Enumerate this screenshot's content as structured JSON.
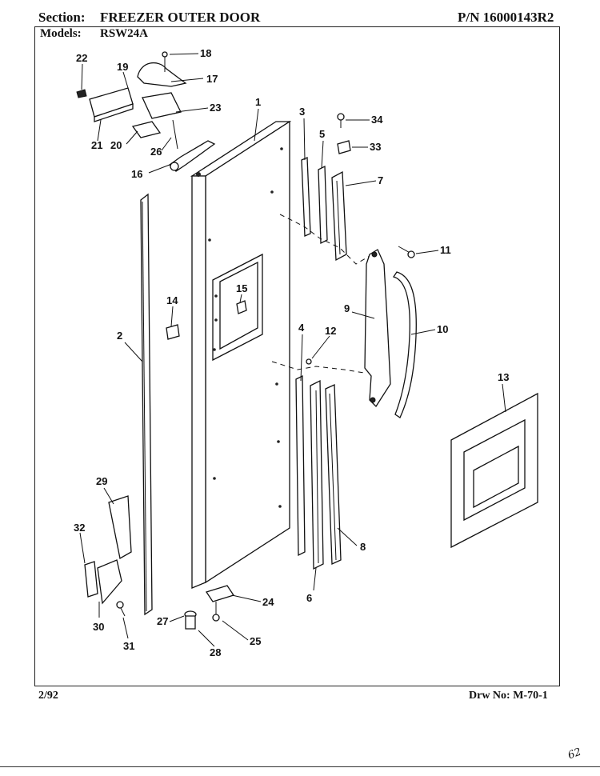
{
  "header": {
    "section_label": "Section:",
    "section_value": "FREEZER OUTER DOOR",
    "pn": "P/N 16000143R2",
    "models_label": "Models:",
    "models_value": "RSW24A"
  },
  "footer": {
    "date": "2/92",
    "drawing_number": "Drw No: M-70-1"
  },
  "margin_note": "62",
  "callouts": {
    "c1": "1",
    "c2": "2",
    "c3": "3",
    "c4": "4",
    "c5": "5",
    "c6": "6",
    "c7": "7",
    "c8": "8",
    "c9": "9",
    "c10": "10",
    "c11": "11",
    "c12": "12",
    "c13": "13",
    "c14": "14",
    "c15": "15",
    "c16": "16",
    "c17": "17",
    "c18": "18",
    "c19": "19",
    "c20": "20",
    "c21": "21",
    "c22": "22",
    "c23": "23",
    "c24": "24",
    "c25": "25",
    "c26": "26",
    "c27": "27",
    "c28": "28",
    "c29": "29",
    "c30": "30",
    "c31": "31",
    "c32": "32",
    "c33": "33",
    "c34": "34"
  }
}
